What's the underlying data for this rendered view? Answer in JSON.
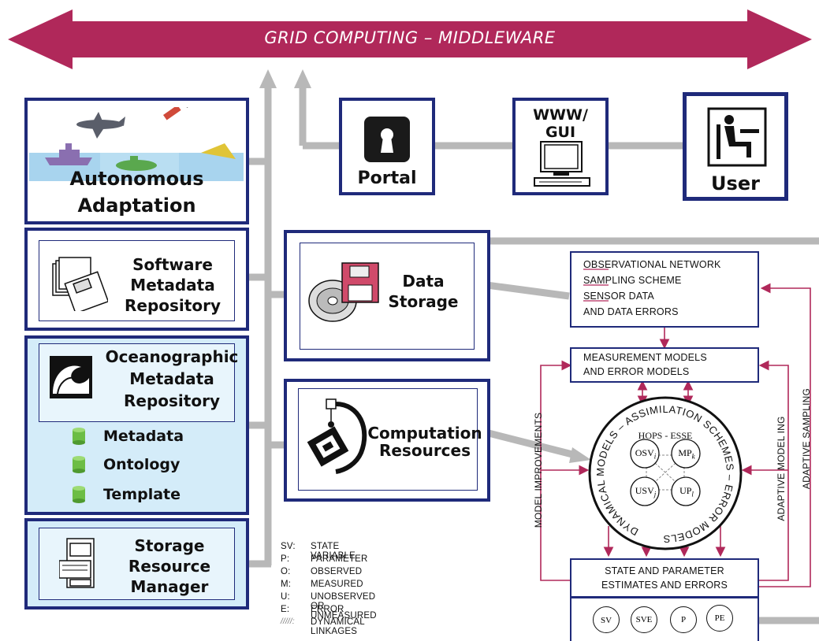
{
  "banner": {
    "title": "GRID COMPUTING – MIDDLEWARE"
  },
  "top_row": {
    "portal": "Portal",
    "www_gui_line1": "WWW/",
    "www_gui_line2": "GUI",
    "user": "User"
  },
  "left_column": {
    "autonomous": {
      "line1": "Autonomous",
      "line2": "Adaptation"
    },
    "software": {
      "line1": "Software",
      "line2": "Metadata",
      "line3": "Repository"
    },
    "oceanographic": {
      "line1": "Oceanographic",
      "line2": "Metadata",
      "line3": "Repository",
      "items": [
        "Metadata",
        "Ontology",
        "Template"
      ]
    },
    "storage": {
      "line1": "Storage",
      "line2": "Resource",
      "line3": "Manager"
    }
  },
  "middle_column": {
    "data_storage": {
      "line1": "Data",
      "line2": "Storage"
    },
    "computation": {
      "line1": "Computation",
      "line2": "Resources"
    }
  },
  "right_panel": {
    "observational": [
      "OBSERVATIONAL NETWORK",
      "SAMPLING SCHEME",
      "SENSOR DATA",
      "AND DATA ERRORS"
    ],
    "measurement": [
      "MEASUREMENT MODELS",
      "AND ERROR MODELS"
    ],
    "estimates": [
      "STATE AND PARAMETER",
      "ESTIMATES AND ERRORS"
    ],
    "estimate_circles": [
      "SV",
      "SVE",
      "P",
      "PE"
    ],
    "model_improvements": "MODEL IMPROVEMENTS",
    "adaptive_modeling": "ADAPTIVE MODEL ING",
    "adaptive_sampling": "ADAPTIVE SAMPLING",
    "hops_esse": "HOPS - ESSE",
    "ring_text": "DYNAMICAL MODELS – ASSIMILATION SCHEMES – ERROR MODELS –",
    "inner_nodes": [
      {
        "main": "OSV",
        "sub": "i"
      },
      {
        "main": "MP",
        "sub": "k"
      },
      {
        "main": "USV",
        "sub": "j"
      },
      {
        "main": "UP",
        "sub": "l"
      }
    ]
  },
  "legend": [
    {
      "key": "SV:",
      "text": "STATE VARIABLE"
    },
    {
      "key": "P:",
      "text": "PARAMETER"
    },
    {
      "key": "O:",
      "text": "OBSERVED"
    },
    {
      "key": "M:",
      "text": "MEASURED"
    },
    {
      "key": "U:",
      "text": "UNOBSERVED OR UNMEASURED"
    },
    {
      "key": "E:",
      "text": "ERROR"
    },
    {
      "key": "/////:",
      "text": "DYNAMICAL LINKAGES"
    }
  ],
  "colors": {
    "navy": "#1f2a7a",
    "crimson": "#b0285a",
    "gray_line": "#b8b8b8",
    "light_blue": "#d4ecf9"
  }
}
